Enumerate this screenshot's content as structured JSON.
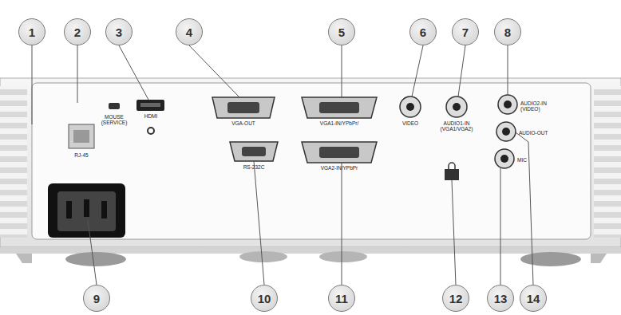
{
  "diagram": {
    "nodes": [
      {
        "text": [
          "1"
        ]
      },
      {
        "text": [
          "2"
        ]
      },
      {
        "text": [
          "3"
        ]
      },
      {
        "text": [
          "4"
        ]
      },
      {
        "text": [
          "5"
        ]
      },
      {
        "text": [
          "6"
        ]
      },
      {
        "text": [
          "7"
        ]
      },
      {
        "text": [
          "8"
        ]
      },
      {
        "text": [
          "9"
        ]
      },
      {
        "text": [
          "10"
        ]
      },
      {
        "text": [
          "11"
        ]
      },
      {
        "text": [
          "12"
        ]
      },
      {
        "text": [
          "13"
        ]
      },
      {
        "text": [
          "14"
        ]
      }
    ],
    "labels": [
      "MOUSE (SERVICE)",
      "HDMI",
      "VGA-OUT",
      "VGA1-IN/YPbPr/",
      "VIDEO",
      "AUDIO1-IN (VGA1/VGA2)",
      "AUDIO2-IN (VIDEO)",
      "AUDIO-OUT",
      "MIC",
      "RJ-45",
      "RS-232C",
      "VGA2-IN/YPbPr"
    ]
  }
}
